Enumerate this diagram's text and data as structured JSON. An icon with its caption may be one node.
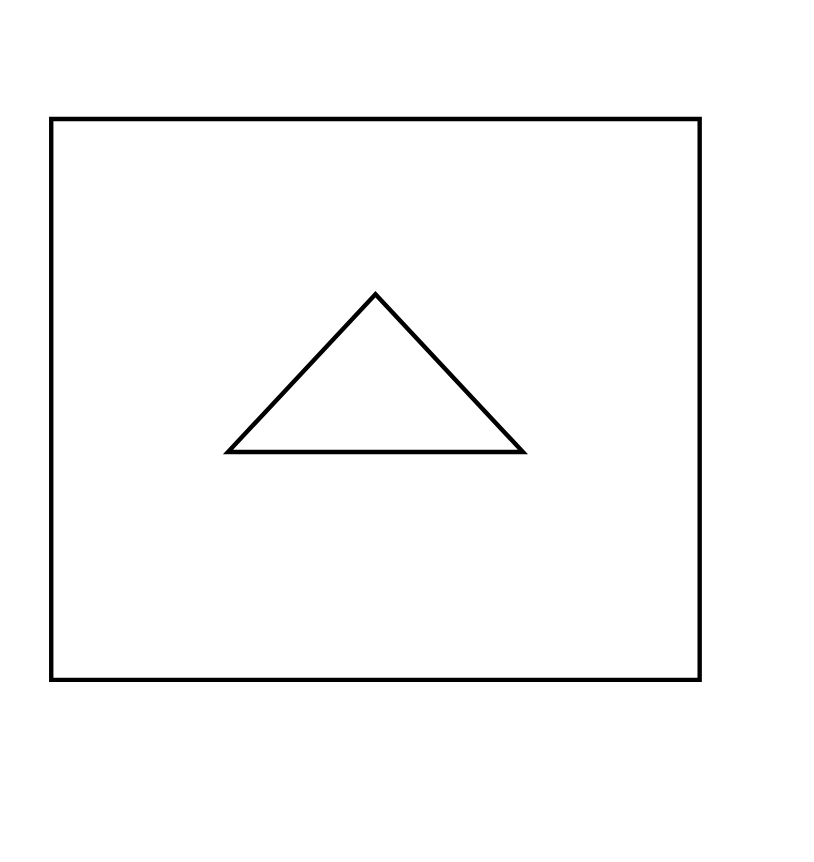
{
  "diagram": {
    "nodes": [
      {
        "text": [],
        "shape": "box"
      },
      {
        "text": [],
        "shape": "triangle",
        "in": 0
      }
    ]
  }
}
